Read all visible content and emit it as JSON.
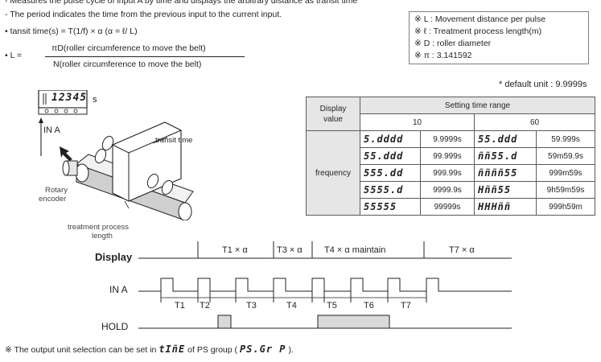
{
  "header": {
    "line1": "- Measures the pulse cycle of input A by time and displays the arbitrary distance as transit time",
    "line2": "- The period indicates the time from the previous input to the current input."
  },
  "formula": {
    "transit": "• tansit time(s) = T(1/f) × α (α = ℓ/ L)",
    "l_prefix": "• L  =",
    "numerator": "πD(roller circumference to move the belt)",
    "denominator": "N(roller circumference to move the belt)"
  },
  "definitions": [
    "※ L : Movement distance per pulse",
    "※ ℓ : Treatment process length(m)",
    "※ D : roller diameter",
    "※ π : 3.141592"
  ],
  "default_unit": "* default unit : 9.9999s",
  "illustration": {
    "display_value": "12345",
    "unit": "s",
    "input_label": "IN A",
    "transit_label": "transit time",
    "encoder_label_1": "Rotary",
    "encoder_label_2": "encoder",
    "process_label_1": "treatment process",
    "process_label_2": "length"
  },
  "table": {
    "header_display_1": "Display",
    "header_display_2": "value",
    "header_range": "Setting time range",
    "col_10": "10",
    "col_60": "60",
    "row_label": "frequency",
    "rows": [
      {
        "c10": "5.dddd",
        "v10": "9.9999s",
        "c60": "55.ddd",
        "v60": "59.999s"
      },
      {
        "c10": "55.ddd",
        "v10": "99.999s",
        "c60": "ññ55.d",
        "v60": "59m59.9s"
      },
      {
        "c10": "555.dd",
        "v10": "999.99s",
        "c60": "ññññ55",
        "v60": "999m59s"
      },
      {
        "c10": "5555.d",
        "v10": "9999.9s",
        "c60": "Hññ55",
        "v60": "9h59m59s"
      },
      {
        "c10": "55555",
        "v10": "99999s",
        "c60": "HHHññ",
        "v60": "999h59m"
      }
    ]
  },
  "timing": {
    "display_label": "Display",
    "ina_label": "IN A",
    "hold_label": "HOLD",
    "seg_t1": "T1 × α",
    "seg_t3": "T3 × α",
    "seg_t4": "T4 × α  maintain",
    "seg_t7": "T7 × α",
    "intervals": [
      "T1",
      "T2",
      "T3",
      "T4",
      "T5",
      "T6",
      "T7"
    ]
  },
  "footer": {
    "prefix": "※ The output unit selection can be set in",
    "code1": "tIñE",
    "middle": "of PS group (",
    "code2": "PS.Gr P",
    "suffix": ")."
  }
}
